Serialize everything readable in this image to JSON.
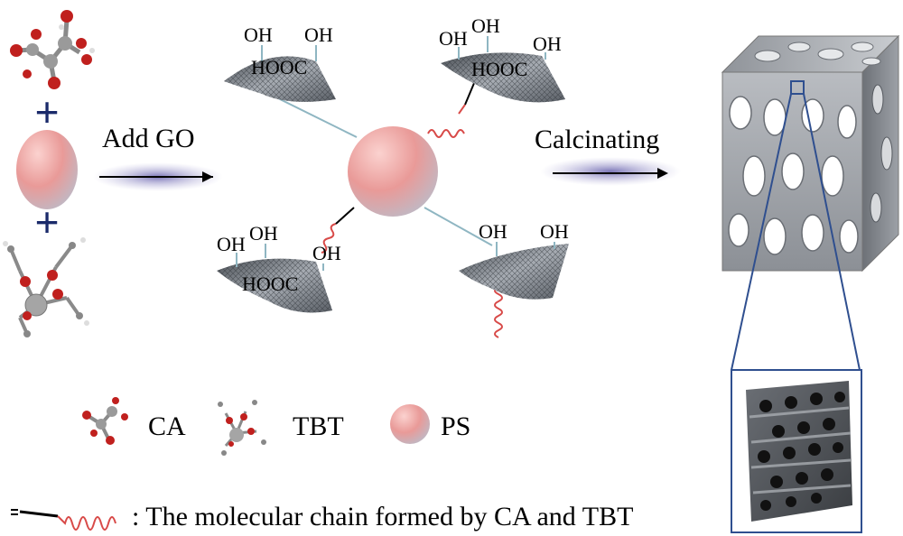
{
  "steps": {
    "step1": "Add GO",
    "step2": "Calcinating"
  },
  "groups": {
    "s1_oh1": "OH",
    "s1_oh2": "OH",
    "s1_hooc": "HOOC",
    "s2_oh1": "OH",
    "s2_oh2": "OH",
    "s2_oh3": "OH",
    "s2_hooc": "HOOC",
    "s3_oh1": "OH",
    "s3_oh2": "OH",
    "s3_oh3": "OH",
    "s3_hooc": "HOOC",
    "s4_oh1": "OH",
    "s4_oh2": "OH"
  },
  "symbols": {
    "plus": "+"
  },
  "legend": {
    "ca": "CA",
    "tbt": "TBT",
    "ps": "PS",
    "chain": ": The molecular chain formed by CA and TBT"
  },
  "colors": {
    "oxygen": "#c0201e",
    "carbon": "#9a9a9a",
    "ps_sphere": "#e99a98",
    "go_sheet": "#6f7378",
    "chain": "#d84a48",
    "arrow_glow": "#7d78b8",
    "frame_line": "#2f4f8f"
  }
}
